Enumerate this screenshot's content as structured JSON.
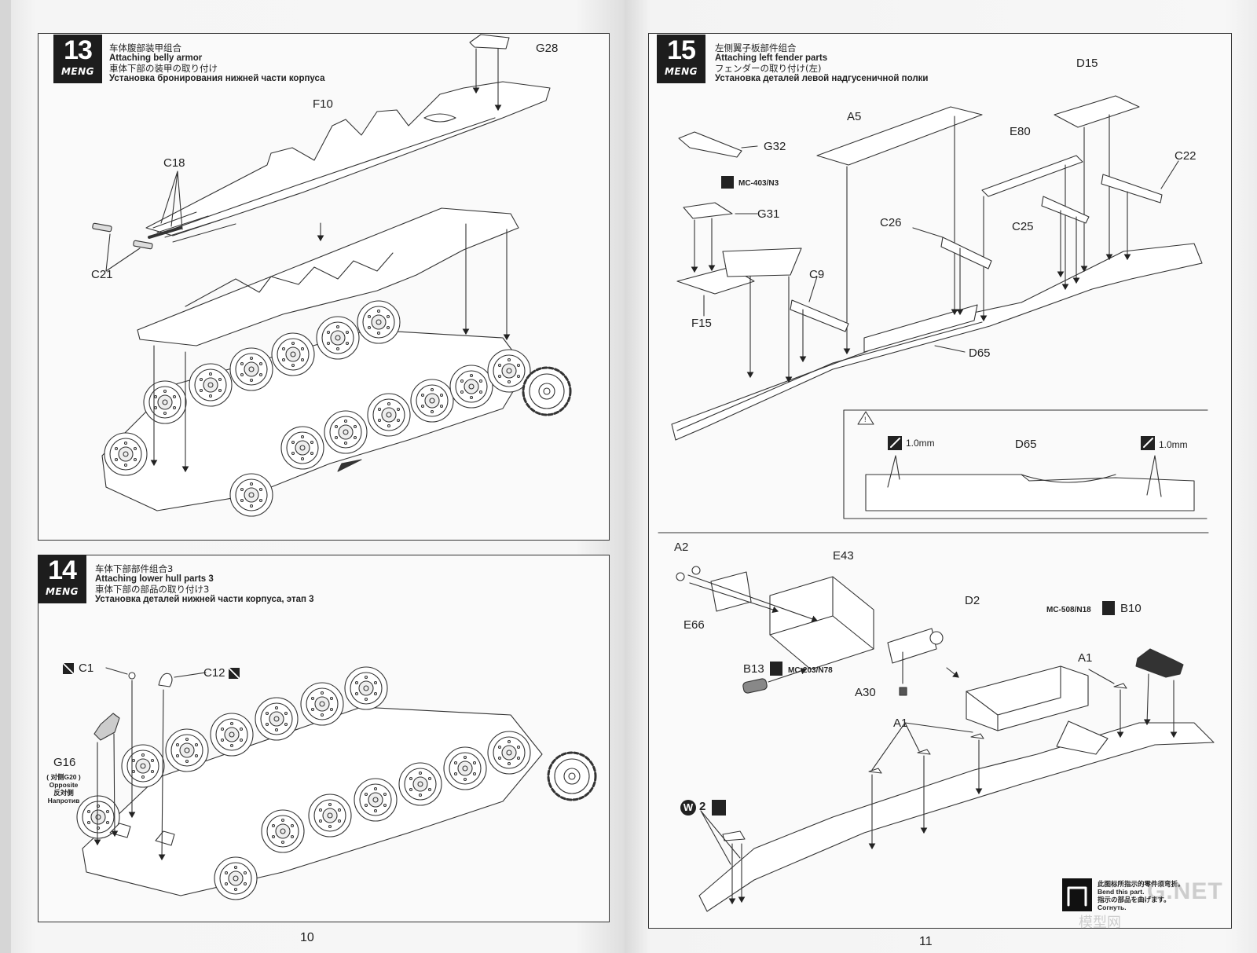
{
  "brand": "MENG",
  "steps": [
    {
      "number": "13",
      "zh": "车体腹部装甲组合",
      "en": "Attaching belly armor",
      "ja": "車体下部の装甲の取り付け",
      "ru": "Установка бронирования нижней части корпуса"
    },
    {
      "number": "14",
      "zh": "车体下部部件组合3",
      "en": "Attaching lower hull parts 3",
      "ja": "車体下部の部品の取り付け3",
      "ru": "Установка деталей нижней части корпуса, этап 3"
    },
    {
      "number": "15",
      "zh": "左侧翼子板部件组合",
      "en": "Attaching left fender parts",
      "ja": "フェンダーの取り付け(左)",
      "ru": "Установка деталей левой надгусеничной полки"
    }
  ],
  "parts": {
    "G28": "G28",
    "F10": "F10",
    "C18": "C18",
    "C21": "C21",
    "C1": "C1",
    "C12": "C12",
    "G16": "G16",
    "G16_opposite_zh": "( 对侧G20 )",
    "G16_opposite_en": "Opposite",
    "G16_opposite_ja": "反対側",
    "G16_opposite_ru": "Напротив",
    "D15": "D15",
    "A5": "A5",
    "E80": "E80",
    "C22": "C22",
    "G32": "G32",
    "G31": "G31",
    "C26": "C26",
    "C25": "C25",
    "C9": "C9",
    "F15": "F15",
    "D65": "D65",
    "D65_detail": "D65",
    "A2": "A2",
    "E43": "E43",
    "D2": "D2",
    "E66": "E66",
    "B10": "B10",
    "B13": "B13",
    "A1": "A1",
    "A1_b": "A1",
    "A30": "A30",
    "W2": "W",
    "W2_count": "2"
  },
  "paints": {
    "mc403": "MC-403/N3",
    "mc508": "MC-508/N18",
    "mc203": "MC-203/N78"
  },
  "drill": {
    "left": "1.0mm",
    "right": "1.0mm"
  },
  "bend_note": {
    "zh": "此图标所指示的零件须弯折。",
    "en": "Bend this part.",
    "ja": "指示の部品を曲げます。",
    "ru": "Согнуть."
  },
  "page_numbers": {
    "left": "10",
    "right": "11"
  },
  "watermark": {
    "text": "G.NET",
    "sub": "模型网"
  },
  "colors": {
    "badge": "#1d1d1d",
    "line": "#333333",
    "paper": "#f6f6f6"
  }
}
